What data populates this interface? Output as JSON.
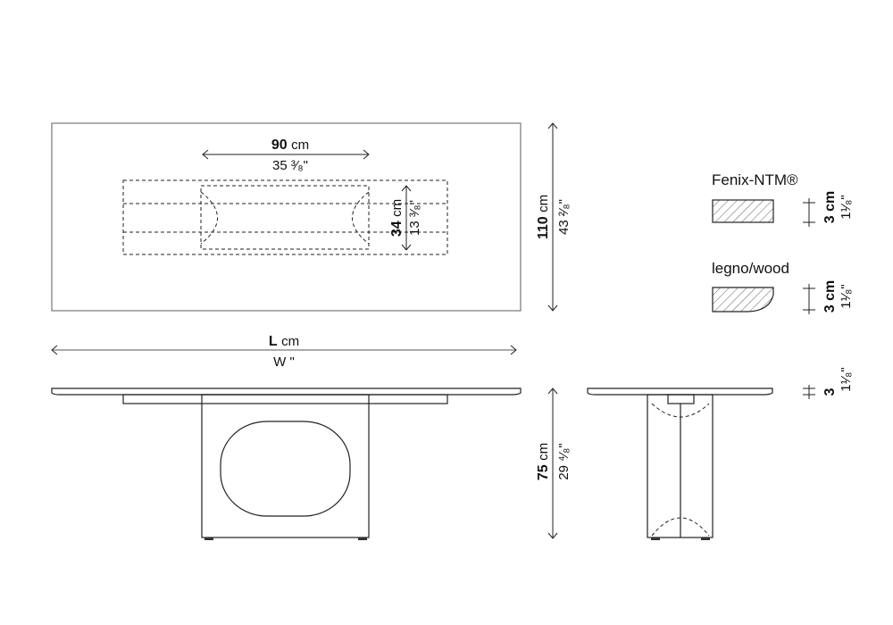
{
  "top_view": {
    "cutout_width_cm": "90",
    "cutout_width_unit": "cm",
    "cutout_width_in": "35 ³⁄₈\"",
    "cutout_depth_cm": "34",
    "cutout_depth_unit": "cm",
    "cutout_depth_in": "13 ³⁄₈\"",
    "depth_cm": "110",
    "depth_unit": "cm",
    "depth_in": "43 ²⁄₈\""
  },
  "length": {
    "cm_label": "L",
    "cm_unit": "cm",
    "in_label": "W \""
  },
  "height": {
    "cm": "75",
    "unit": "cm",
    "in": "29 ⁴⁄₈\""
  },
  "edge_thickness": {
    "cm": "3",
    "in": "1¹⁄₈\""
  },
  "finishes": [
    {
      "name": "Fenix-NTM®",
      "thickness_cm": "3 cm",
      "thickness_in": "1¹⁄₈\""
    },
    {
      "name": "legno/wood",
      "thickness_cm": "3 cm",
      "thickness_in": "1¹⁄₈\""
    }
  ]
}
